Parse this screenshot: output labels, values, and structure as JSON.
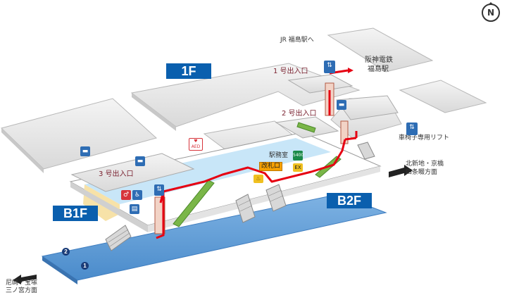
{
  "compass": {
    "letter": "N"
  },
  "floors": {
    "f1": "1F",
    "b1": "B1F",
    "b2": "B2F"
  },
  "labels": {
    "jr": "JR 福島駅へ",
    "hanshin_line1": "阪神電鉄",
    "hanshin_line2": "福島駅",
    "exit1": "1 号出入口",
    "exit2": "2 号出入口",
    "exit3": "3 号出入口",
    "lift": "車椅子専用リフト",
    "office": "駅務室",
    "gate": "改札口",
    "dir_east_line1": "北新地・京橋",
    "dir_east_line2": "四条畷方面",
    "dir_west_line1": "尼崎・宝塚",
    "dir_west_line2": "三ノ宮方面",
    "aed": "AED",
    "ic_card": "5400",
    "ex": "EX"
  },
  "platform_numbers": [
    "1",
    "2"
  ],
  "colors": {
    "floor_badge": "#0a5fae",
    "platform": "#5b9bd5",
    "concourse": "#c8e6f8",
    "route": "#e60012",
    "gate": "#f5a000",
    "escalator": "#7ab648"
  },
  "icons": [
    "bus-icon",
    "elevator-icon",
    "toilet-icon",
    "wheelchair-icon",
    "aed-icon",
    "ic-card-icon",
    "exit-icon",
    "stairs-icon"
  ]
}
